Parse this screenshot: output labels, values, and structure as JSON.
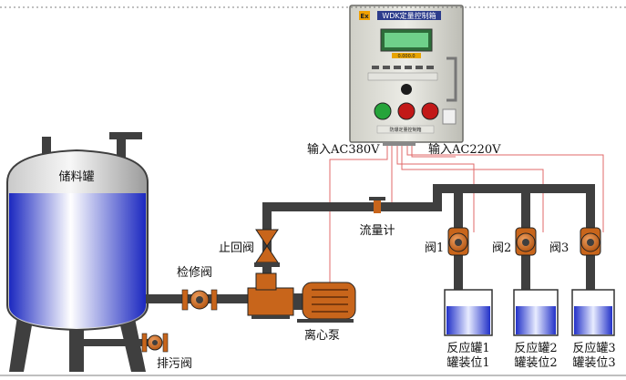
{
  "labels": {
    "storage_tank": "储料罐",
    "input_380": "输入AC380V",
    "input_220": "输入AC220V",
    "flowmeter": "流量计",
    "check_valve": "止回阀",
    "maintenance_valve": "检修阀",
    "drain_valve": "排污阀",
    "centrifugal_pump": "离心泵",
    "valve_1": "阀1",
    "valve_2": "阀2",
    "valve_3": "阀3",
    "reactor_1_line1": "反应罐1",
    "reactor_1_line2": "罐装位1",
    "reactor_2_line1": "反应罐2",
    "reactor_2_line2": "罐装位2",
    "reactor_3_line1": "反应罐3",
    "reactor_3_line2": "罐装位3"
  },
  "control_box": {
    "title": "WDK定量控制箱",
    "ex_mark": "Ex",
    "display_strip": "0.000.0",
    "nameplate": "防爆定量控制箱"
  },
  "colors": {
    "pipe": "#3f3f3f",
    "valve": "#c8651b",
    "liquid": "#2b3bd6",
    "signal_wire": "#e06a6a",
    "box": "#dcdcd6"
  }
}
